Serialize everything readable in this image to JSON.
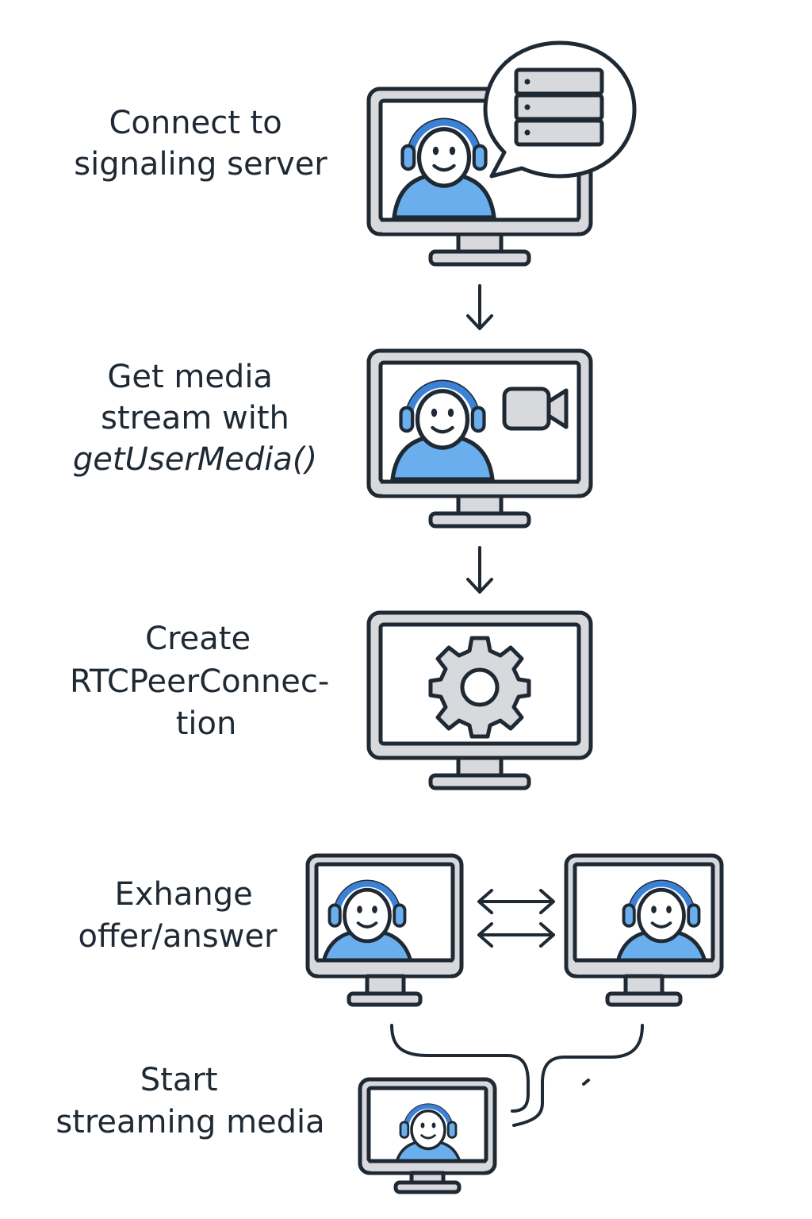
{
  "steps": [
    {
      "id": "connect",
      "label_lines": [
        "Connect to",
        "signaling server"
      ],
      "icon": "server-icon"
    },
    {
      "id": "media",
      "label_lines": [
        "Get media",
        "stream with"
      ],
      "label_italic": "getUserMedia()",
      "icon": "video-camera-icon"
    },
    {
      "id": "create",
      "label_lines": [
        "Create",
        "RTCPeerConnec-",
        "tion"
      ],
      "icon": "gear-icon"
    },
    {
      "id": "exchange",
      "label_lines": [
        "Exhange",
        "offer/answer"
      ],
      "icon": "double-arrow-icon"
    },
    {
      "id": "stream",
      "label_lines": [
        "Start",
        "streaming media"
      ],
      "icon": "user-icon"
    }
  ],
  "colors": {
    "accent": "#6aaeee",
    "headset": "#3b82d6",
    "outline": "#1f2933",
    "monitor_gray": "#d8d9dc"
  }
}
